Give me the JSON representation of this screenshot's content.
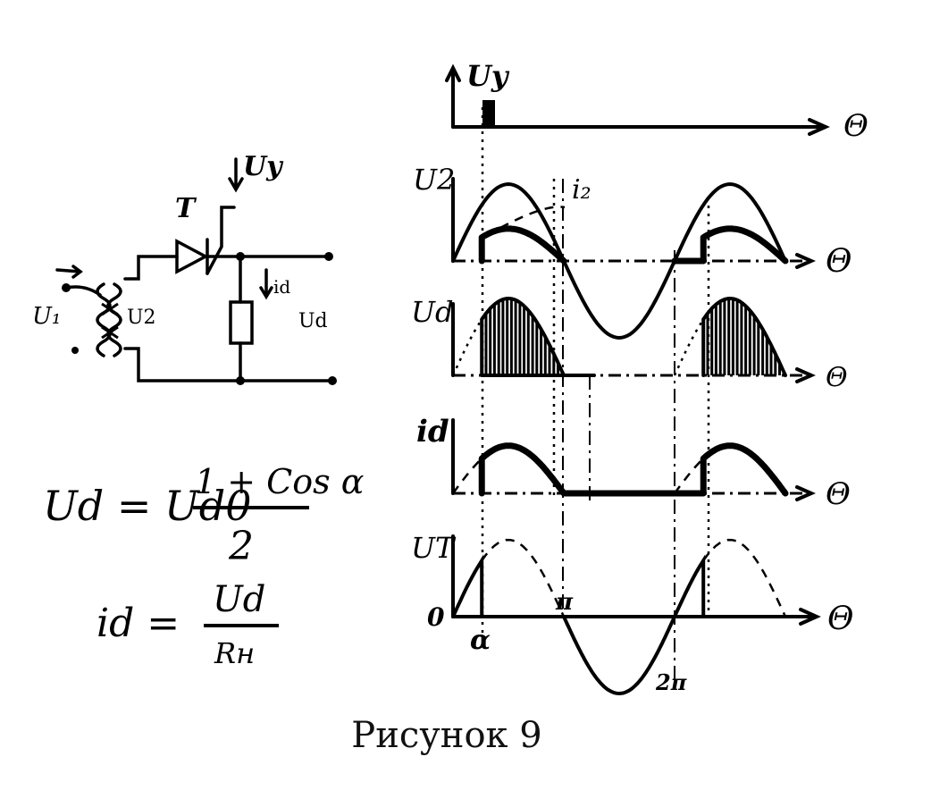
{
  "circuit": {
    "thyristor_label": "T",
    "control_label": "Uу",
    "input_label": "U₁",
    "secondary_label": "U2",
    "current_label": "id",
    "output_label": "Ud"
  },
  "plots": [
    {
      "y_label": "Uу",
      "x_label": "Θ"
    },
    {
      "y_label": "U2",
      "x_label": "Θ",
      "extra_label": "i₂"
    },
    {
      "y_label": "Ud",
      "x_label": "Θ"
    },
    {
      "y_label": "id",
      "x_label": "Θ"
    },
    {
      "y_label": "UT",
      "x_label": "Θ"
    }
  ],
  "ticks": {
    "origin": "0",
    "alpha": "α",
    "pi": "π",
    "two_pi": "2π"
  },
  "formula1": {
    "lhs": "Ud = Ud0",
    "num": "1 + Cos α",
    "den": "2"
  },
  "formula2": {
    "lhs": "id =",
    "num": "Ud",
    "den": "Rн"
  },
  "caption": "Рисунок 9",
  "colors": {
    "ink": "#000000",
    "paper": "#ffffff"
  }
}
